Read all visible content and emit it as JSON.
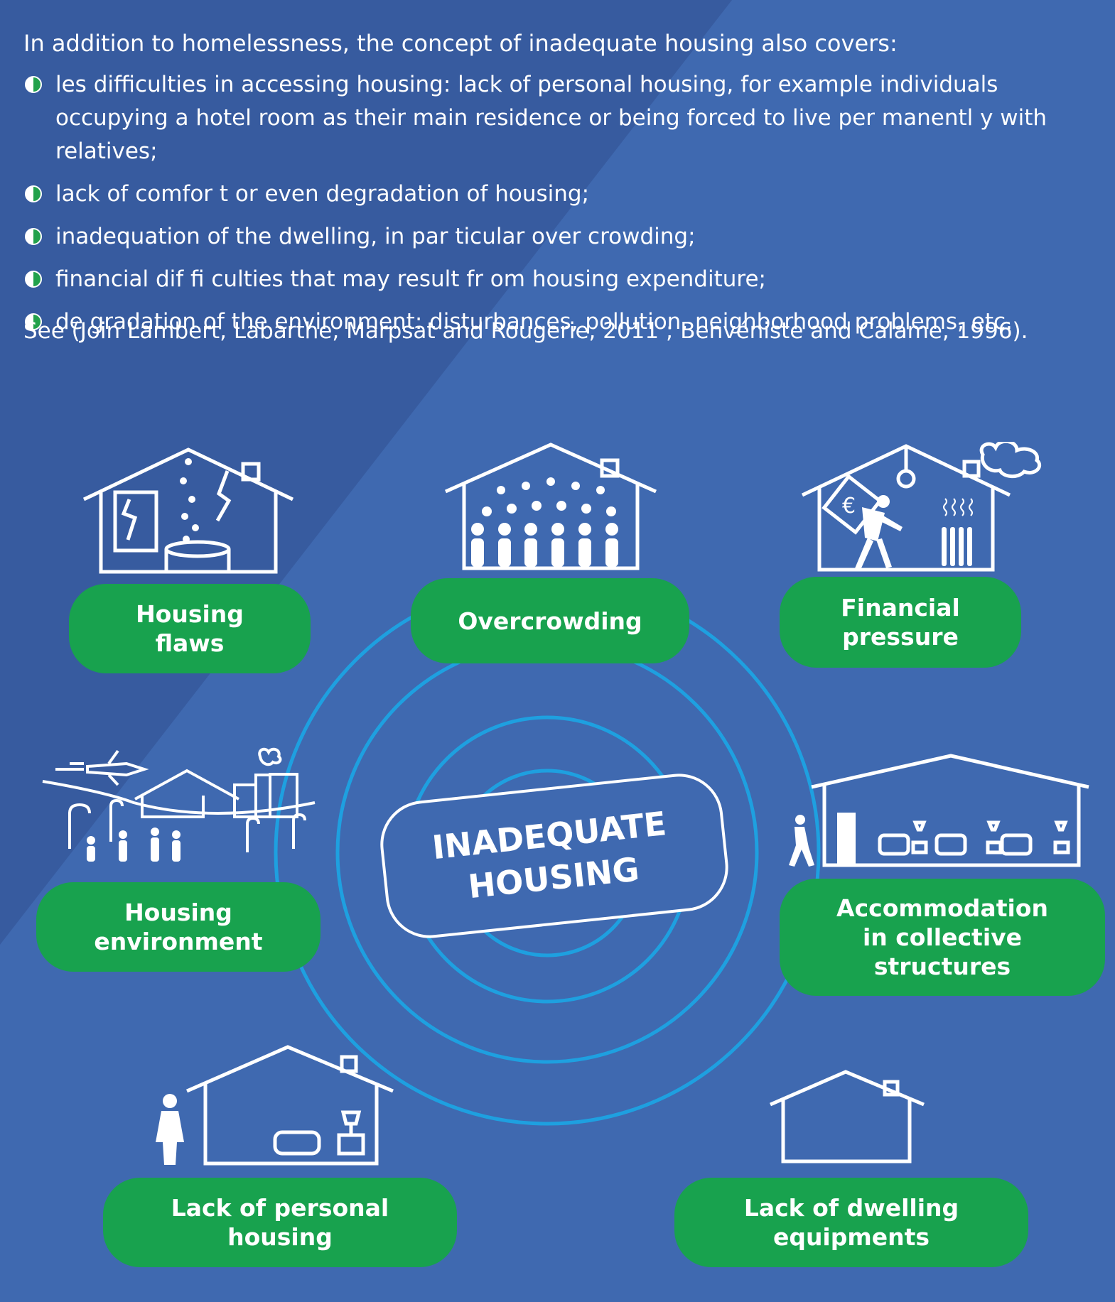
{
  "intro": "In addition to homelessness, the concept of inadequate housing also covers:",
  "bullets": [
    "les difficulties in accessing housing: lack of personal housing, for example individuals occupying a hotel room as their main residence or being forced to live per manentl y with relatives;",
    "lack of comfor t or even degradation of housing;",
    "inadequation of the dwelling, in par ticular over crowding;",
    "financial dif fi culties that may result fr om housing expenditure;",
    "de gradation of the environment: disturbances, pollution, neighborhood problems, etc."
  ],
  "source": "See (Join Lambert, Labarthe, Marpsat and Rougerie, 2011 ; Benvéniste and Calame, 1996).",
  "center": "INADEQUATE\nHOUSING",
  "categories": {
    "housing_flaws": "Housing\nflaws",
    "overcrowding": "Overcrowding",
    "financial_pressure": "Financial\npressure",
    "housing_environment": "Housing\nenvironment",
    "collective_structures": "Accommodation\nin collective\nstructures",
    "lack_personal_housing": "Lack of personal\nhousing",
    "lack_equipments": "Lack of dwelling\nequipments"
  },
  "icons": {
    "housing_flaws": "house-with-leaks-icon",
    "overcrowding": "crowded-house-icon",
    "financial_pressure": "person-carrying-euro-icon",
    "housing_environment": "neighborhood-pollution-icon",
    "collective_structures": "dormitory-icon",
    "lack_personal_housing": "person-outside-house-icon",
    "lack_equipments": "empty-house-icon"
  },
  "colors": {
    "background": "#3f69b0",
    "pill": "#18a24e",
    "rings": "#1ea0e0"
  }
}
